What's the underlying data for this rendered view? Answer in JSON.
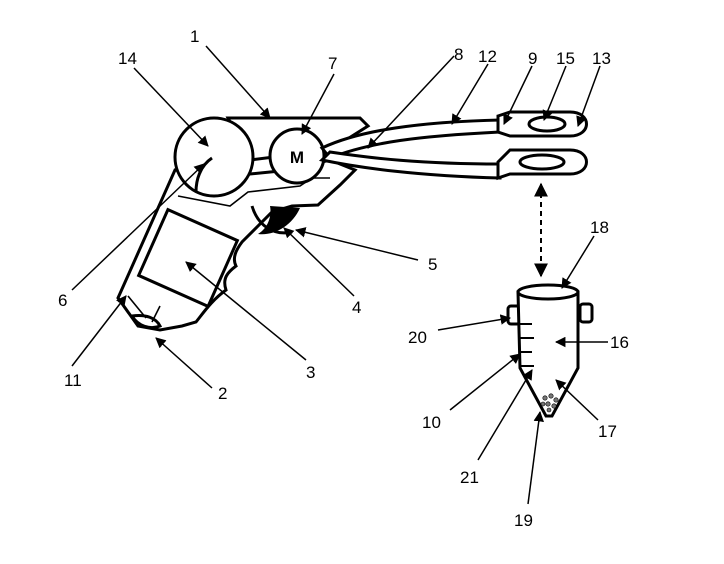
{
  "motor_symbol": "M",
  "callouts": [
    {
      "id": "c1",
      "label": "1"
    },
    {
      "id": "c2",
      "label": "2"
    },
    {
      "id": "c3",
      "label": "3"
    },
    {
      "id": "c4",
      "label": "4"
    },
    {
      "id": "c5",
      "label": "5"
    },
    {
      "id": "c6",
      "label": "6"
    },
    {
      "id": "c7",
      "label": "7"
    },
    {
      "id": "c8",
      "label": "8"
    },
    {
      "id": "c9",
      "label": "9"
    },
    {
      "id": "c10",
      "label": "10"
    },
    {
      "id": "c11",
      "label": "11"
    },
    {
      "id": "c12",
      "label": "12"
    },
    {
      "id": "c13",
      "label": "13"
    },
    {
      "id": "c14",
      "label": "14"
    },
    {
      "id": "c15",
      "label": "15"
    },
    {
      "id": "c16",
      "label": "16"
    },
    {
      "id": "c17",
      "label": "17"
    },
    {
      "id": "c18",
      "label": "18"
    },
    {
      "id": "c19",
      "label": "19"
    },
    {
      "id": "c20",
      "label": "20"
    },
    {
      "id": "c21",
      "label": "21"
    }
  ]
}
